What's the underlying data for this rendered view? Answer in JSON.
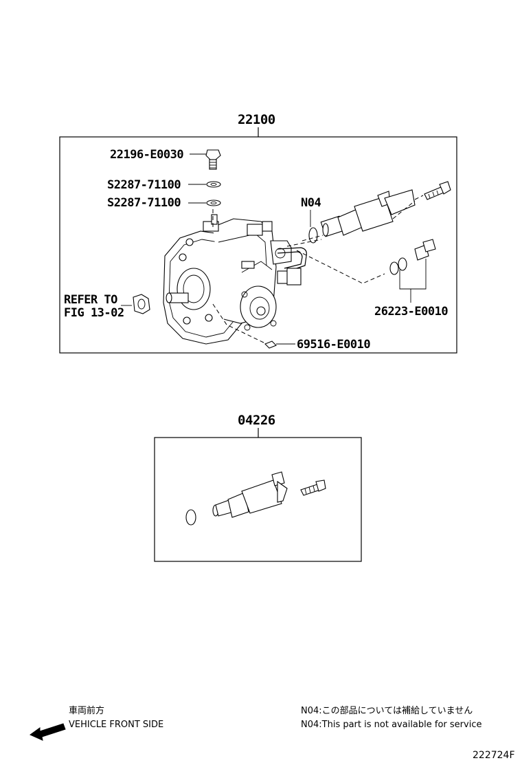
{
  "groups": [
    {
      "code": "22100",
      "callouts": {
        "bolt": "22196-E0030",
        "washer_upper": "S2287-71100",
        "washer_lower": "S2287-71100",
        "o_ring_note": "N04",
        "refer_line1": "REFER TO",
        "refer_line2": "FIG 13-02",
        "plug_parts": "26223-E0010",
        "clip": "69516-E0010"
      }
    },
    {
      "code": "04226"
    }
  ],
  "footer": {
    "direction_jp": "車両前方",
    "direction_en": "VEHICLE FRONT SIDE",
    "note_jp": "N04:この部品については補給していません",
    "note_en": "N04:This part is not available for service",
    "figure_id": "222724F"
  }
}
